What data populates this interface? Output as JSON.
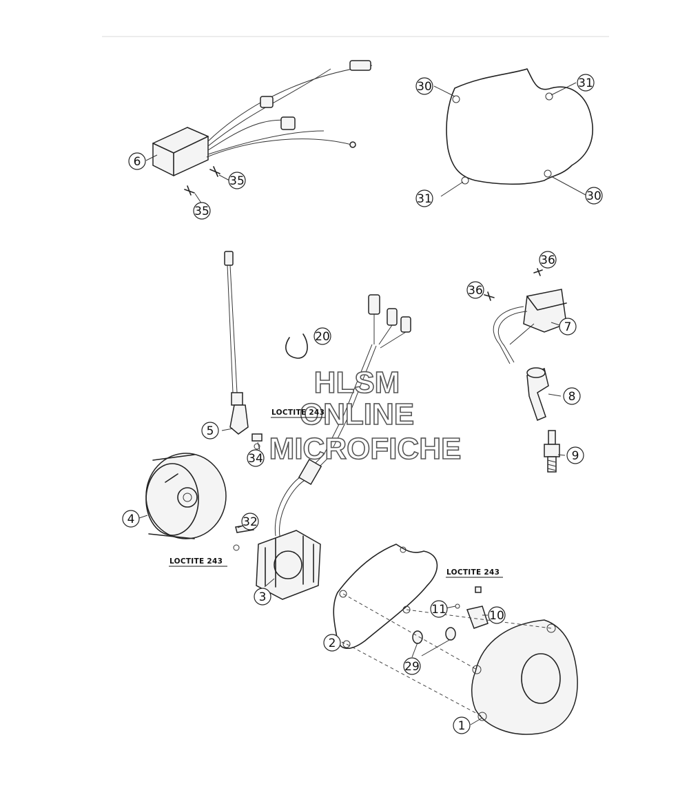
{
  "watermark": [
    "HLSM",
    "ONLINE",
    "MICROFICHE"
  ],
  "loctite_label": "LOCTITE 243",
  "callouts": [
    {
      "id": "c6",
      "num": "6"
    },
    {
      "id": "c35a",
      "num": "35"
    },
    {
      "id": "c35b",
      "num": "35"
    },
    {
      "id": "c30a",
      "num": "30"
    },
    {
      "id": "c31a",
      "num": "31"
    },
    {
      "id": "c31b",
      "num": "31"
    },
    {
      "id": "c30b",
      "num": "30"
    },
    {
      "id": "c36a",
      "num": "36"
    },
    {
      "id": "c36b",
      "num": "36"
    },
    {
      "id": "c7",
      "num": "7"
    },
    {
      "id": "c20",
      "num": "20"
    },
    {
      "id": "c8",
      "num": "8"
    },
    {
      "id": "c9",
      "num": "9"
    },
    {
      "id": "c5",
      "num": "5"
    },
    {
      "id": "c34",
      "num": "34"
    },
    {
      "id": "c4",
      "num": "4"
    },
    {
      "id": "c32",
      "num": "32"
    },
    {
      "id": "c3",
      "num": "3"
    },
    {
      "id": "c11",
      "num": "11"
    },
    {
      "id": "c10",
      "num": "10"
    },
    {
      "id": "c2",
      "num": "2"
    },
    {
      "id": "c29",
      "num": "29"
    },
    {
      "id": "c1",
      "num": "1"
    }
  ]
}
